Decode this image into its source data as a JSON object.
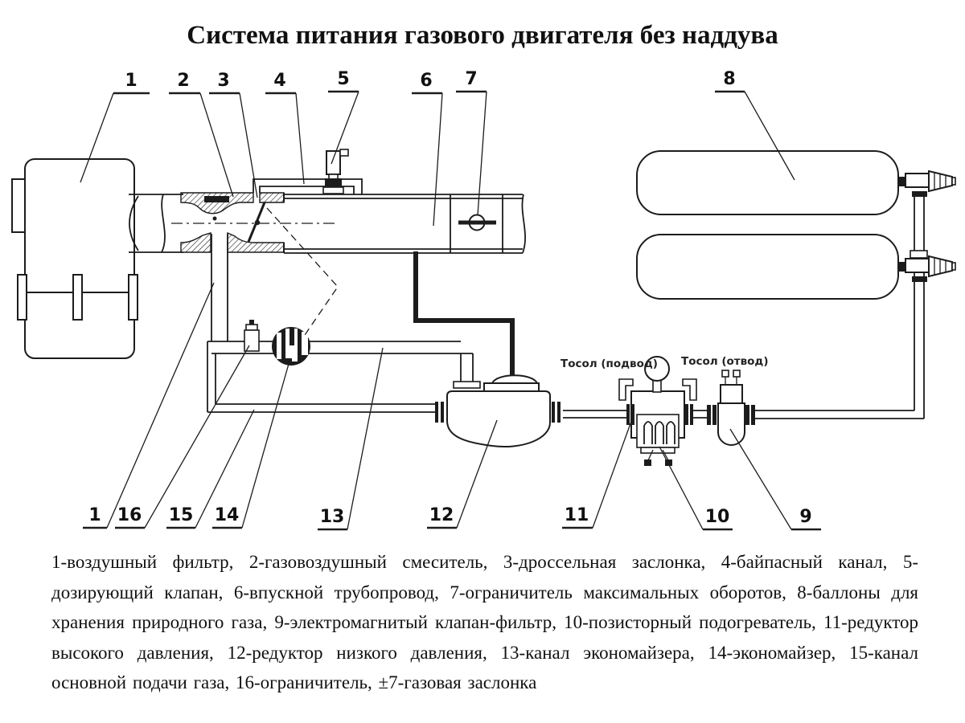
{
  "title": "Система питания газового двигателя без наддува",
  "caption": "1-воздушный фильтр, 2-газовоздушный смеситель, 3-дроссельная заслонка, 4-байпасный канал, 5-дозирующий клапан, 6-впускной трубопровод, 7-ограничитель максимальных оборотов, 8-баллоны для хранения природного газа, 9-электромагнитый клапан-фильтр, 10-позисторный подогреватель, 11-редуктор высокого давления, 12-редуктор низкого давления, 13-канал экономайзера, 14-экономайзер, 15-канал основной подачи газа, 16-ограничитель, ±7-газовая заслонка",
  "colors": {
    "ink": "#1c1c1c",
    "background": "#ffffff"
  },
  "diagram": {
    "coolant_labels": {
      "inlet": "Тосол (подвод)",
      "outlet": "Тосол (отвод)"
    },
    "callouts_top": [
      {
        "n": "1"
      },
      {
        "n": "2"
      },
      {
        "n": "3"
      },
      {
        "n": "4"
      },
      {
        "n": "5"
      },
      {
        "n": "6"
      },
      {
        "n": "7"
      },
      {
        "n": "8"
      }
    ],
    "callouts_bottom": [
      {
        "n": "1"
      },
      {
        "n": "16"
      },
      {
        "n": "15"
      },
      {
        "n": "14"
      },
      {
        "n": "13"
      },
      {
        "n": "12"
      },
      {
        "n": "11"
      },
      {
        "n": "10"
      },
      {
        "n": "9"
      }
    ],
    "legend": [
      {
        "n": "1",
        "label": "воздушный фильтр"
      },
      {
        "n": "2",
        "label": "газовоздушный смеситель"
      },
      {
        "n": "3",
        "label": "дроссельная заслонка"
      },
      {
        "n": "4",
        "label": "байпасный канал"
      },
      {
        "n": "5",
        "label": "дозирующий клапан"
      },
      {
        "n": "6",
        "label": "впускной трубопровод"
      },
      {
        "n": "7",
        "label": "ограничитель максимальных оборотов"
      },
      {
        "n": "8",
        "label": "баллоны для хранения природного газа"
      },
      {
        "n": "9",
        "label": "электромагнитый клапан-фильтр"
      },
      {
        "n": "10",
        "label": "позисторный подогреватель"
      },
      {
        "n": "11",
        "label": "редуктор высокого давления"
      },
      {
        "n": "12",
        "label": "редуктор низкого давления"
      },
      {
        "n": "13",
        "label": "канал экономайзера"
      },
      {
        "n": "14",
        "label": "экономайзер"
      },
      {
        "n": "15",
        "label": "канал основной подачи газа"
      },
      {
        "n": "16",
        "label": "ограничитель"
      },
      {
        "n": "±7",
        "label": "газовая заслонка"
      }
    ]
  }
}
